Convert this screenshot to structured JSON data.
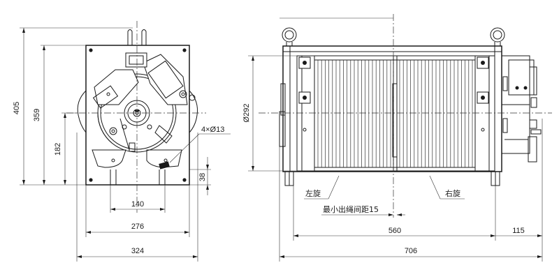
{
  "left_view": {
    "dims": {
      "height_total": "405",
      "height_359": "359",
      "height_182": "182",
      "width_140": "140",
      "width_276": "276",
      "width_324": "324",
      "offset_38": "38"
    },
    "hole_callout": "4×Ø13"
  },
  "right_view": {
    "dims": {
      "drum_dia": "Ø292",
      "length_560": "560",
      "length_115": "115",
      "length_706": "706"
    },
    "labels": {
      "left_hand": "左旋",
      "right_hand": "右旋",
      "min_rope_gap": "最小出绳间距15"
    }
  }
}
